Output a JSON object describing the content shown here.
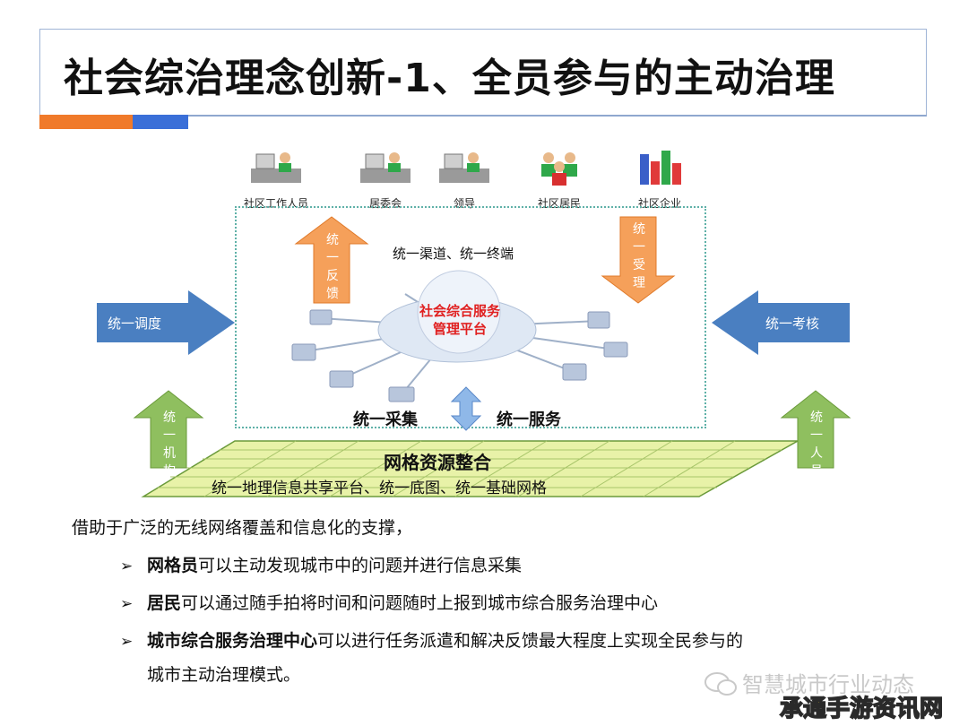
{
  "title": "社会综治理念创新-1、全员参与的主动治理",
  "actors": [
    {
      "label": "社区工作人员"
    },
    {
      "label": "居委会"
    },
    {
      "label": "领导"
    },
    {
      "label": "社区居民"
    },
    {
      "label": "社区企业"
    }
  ],
  "diagram": {
    "channel_text": "统一渠道、统一终端",
    "center_line1": "社会综合服务",
    "center_line2": "管理平台",
    "arrow_feedback": "统一反馈",
    "arrow_accept": "统一受理",
    "arrow_dispatch": "统一调度",
    "arrow_assess": "统一考核",
    "arrow_org": "统一机构",
    "arrow_staff": "统一人员",
    "collect": "统一采集",
    "service": "统一服务",
    "grid_title": "网格资源整合",
    "grid_sub": "统一地理信息共享平台、统一底图、统一基础网格"
  },
  "text": {
    "intro": "借助于广泛的无线网络覆盖和信息化的支撑，",
    "bullets": [
      {
        "mark": "➢",
        "bold": "网格员",
        "rest": "可以主动发现城市中的问题并进行信息采集"
      },
      {
        "mark": "➢",
        "bold": "居民",
        "rest": "可以通过随手拍将时间和问题随时上报到城市综合服务治理中心"
      },
      {
        "mark": "➢",
        "bold": "城市综合服务治理中心",
        "rest": "可以进行任务派遣和解决反馈最大程度上实现全民参与的"
      }
    ],
    "continuation": "城市主动治理模式。",
    "watermark": "智慧城市行业动态",
    "footer_mark": "承通手游资讯网"
  },
  "colors": {
    "accent_orange": "#f07a2a",
    "accent_blue": "#3a6fd8",
    "arrow_blue": "#4a7fc1",
    "arrow_orange": "#f5a05a",
    "arrow_green": "#8fbf5f",
    "grid_green": "#e8f2a8",
    "center_red": "#e02020"
  },
  "icons": [
    "office-worker-icon",
    "people-group-icon",
    "city-buildings-icon",
    "computer-node-icon",
    "wechat-icon"
  ]
}
